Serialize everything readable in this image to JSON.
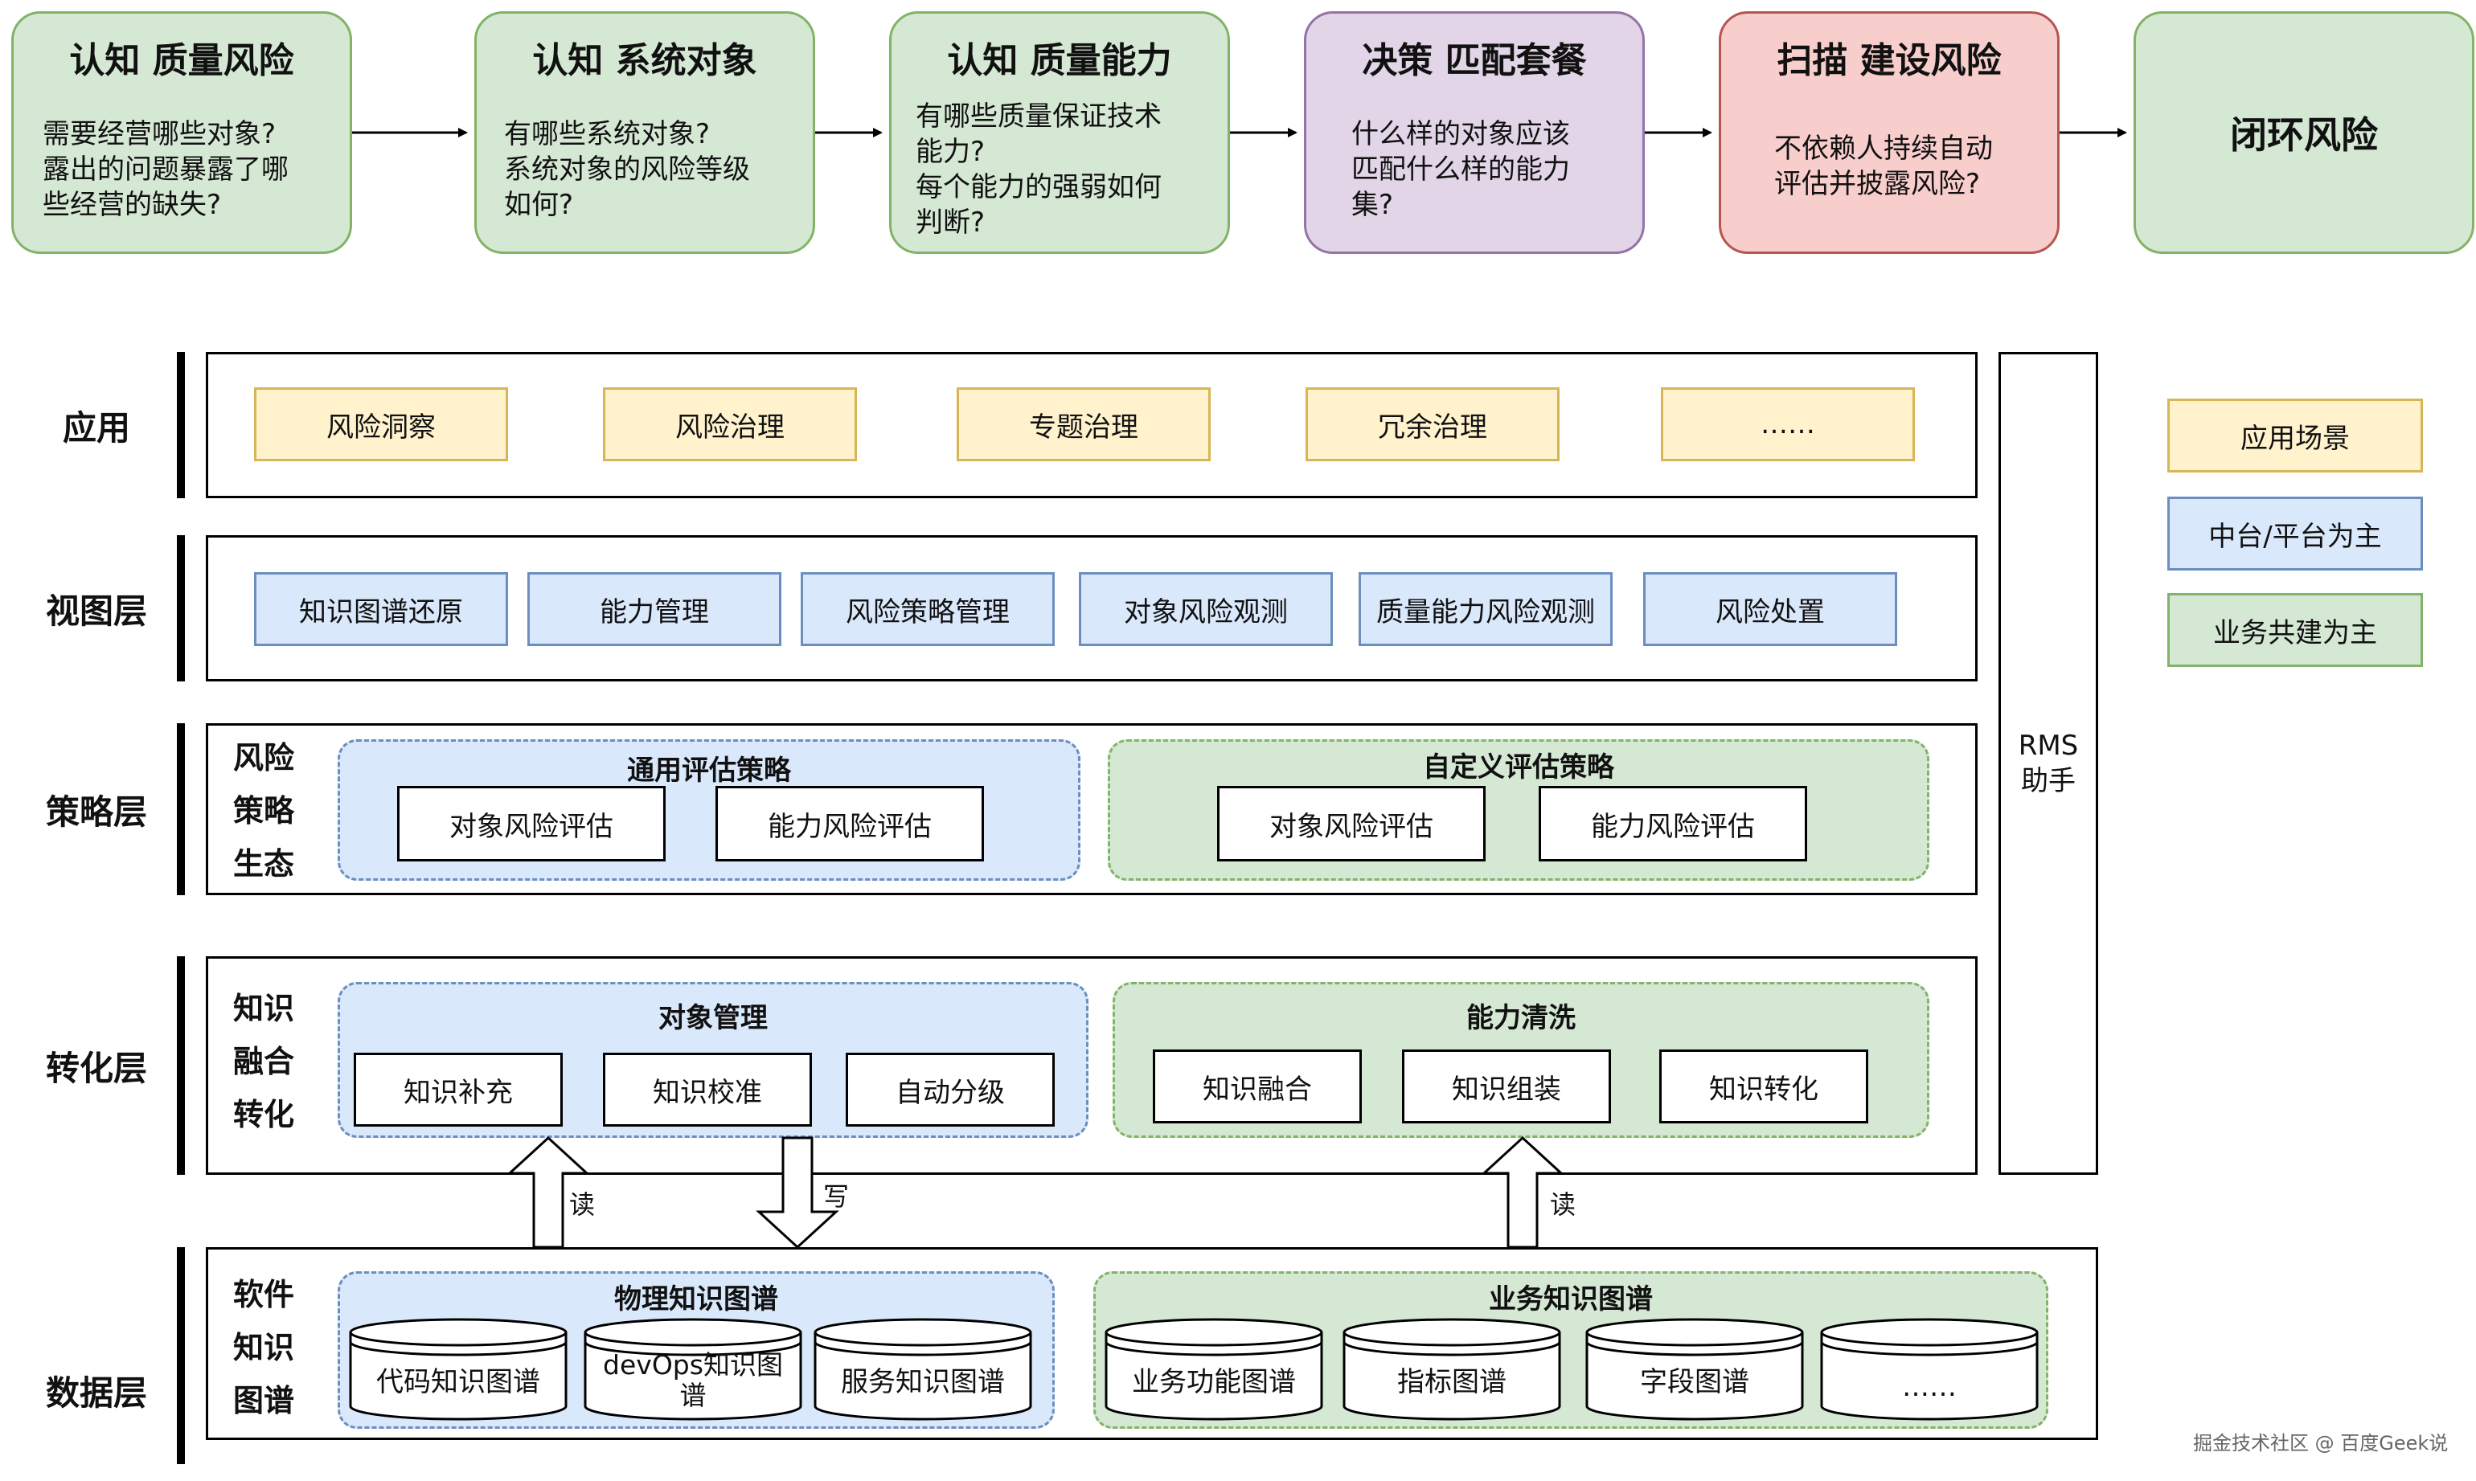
{
  "flow": [
    {
      "title": "认知 质量风险",
      "body": "需要经营哪些对象?\n露出的问题暴露了哪\n些经营的缺失?"
    },
    {
      "title": "认知 系统对象",
      "body": "有哪些系统对象?\n系统对象的风险等级\n如何?"
    },
    {
      "title": "认知 质量能力",
      "body": "有哪些质量保证技术\n能力?\n每个能力的强弱如何\n判断?"
    },
    {
      "title": "决策 匹配套餐",
      "body": "什么样的对象应该\n匹配什么样的能力\n集?"
    },
    {
      "title": "扫描 建设风险",
      "body": "不依赖人持续自动\n评估并披露风险?"
    },
    {
      "title": "闭环风险",
      "body": ""
    }
  ],
  "layers": {
    "app": {
      "label": "应用",
      "items": [
        "风险洞察",
        "风险治理",
        "专题治理",
        "冗余治理",
        "……"
      ]
    },
    "view": {
      "label": "视图层",
      "items": [
        "知识图谱还原",
        "能力管理",
        "风险策略管理",
        "对象风险观测",
        "质量能力风险观测",
        "风险处置"
      ]
    },
    "strategy": {
      "label": "策略层",
      "side": "风险\n策略\n生态",
      "general": {
        "title": "通用评估策略",
        "items": [
          "对象风险评估",
          "能力风险评估"
        ]
      },
      "custom": {
        "title": "自定义评估策略",
        "items": [
          "对象风险评估",
          "能力风险评估"
        ]
      }
    },
    "transform": {
      "label": "转化层",
      "side": "知识\n融合\n转化",
      "object_mgmt": {
        "title": "对象管理",
        "items": [
          "知识补充",
          "知识校准",
          "自动分级"
        ]
      },
      "capability_clean": {
        "title": "能力清洗",
        "items": [
          "知识融合",
          "知识组装",
          "知识转化"
        ]
      }
    },
    "data": {
      "label": "数据层",
      "side": "软件\n知识\n图谱",
      "physical": {
        "title": "物理知识图谱",
        "items": [
          "代码知识图谱",
          "devOps知识图谱",
          "服务知识图谱"
        ]
      },
      "business": {
        "title": "业务知识图谱",
        "items": [
          "业务功能图谱",
          "指标图谱",
          "字段图谱",
          "……"
        ]
      }
    }
  },
  "arrows": {
    "read1": "读",
    "write": "写",
    "read2": "读"
  },
  "rms": "RMS\n助手",
  "legend": {
    "app": "应用场景",
    "platform": "中台/平台为主",
    "business": "业务共建为主"
  },
  "watermark": "掘金技术社区 @ 百度Geek说"
}
